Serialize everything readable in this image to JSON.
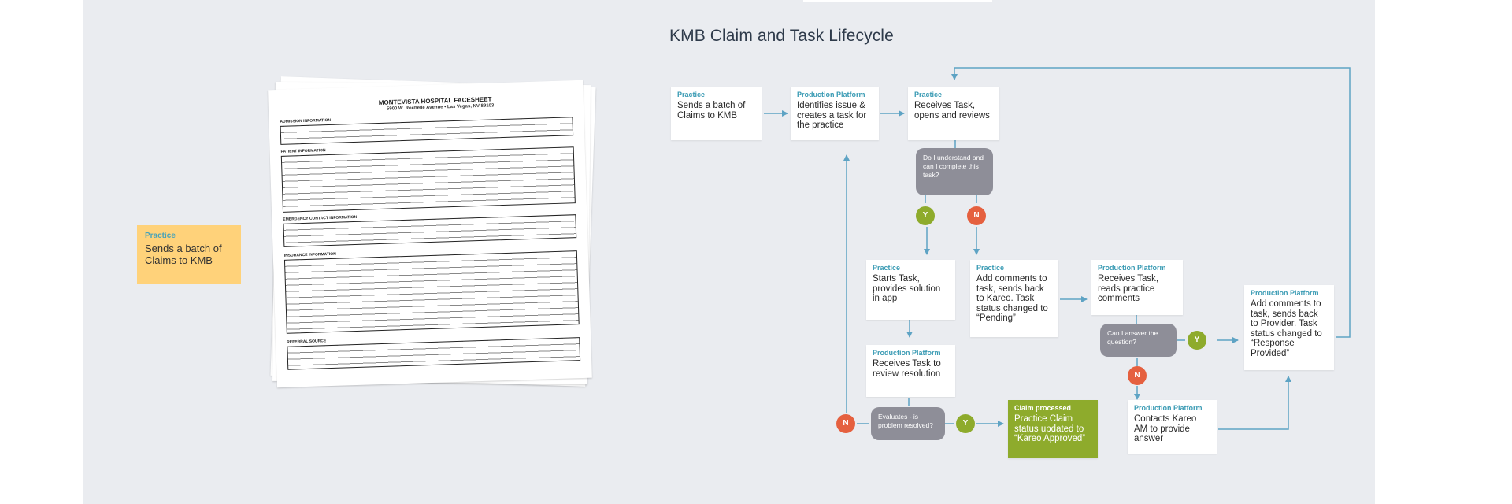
{
  "title": "KMB Claim and Task Lifecycle",
  "sticky_note": {
    "role": "Practice",
    "text": "Sends a batch of Claims to KMB"
  },
  "facesheet": {
    "title": "MONTEVISTA HOSPITAL FACESHEET",
    "address": "5900 W. Rochelle Avenue • Las Vegas, NV 89103",
    "sections": [
      "ADMISSION INFORMATION",
      "PATIENT INFORMATION",
      "EMERGENCY CONTACT INFORMATION",
      "INSURANCE INFORMATION",
      "REFERRAL SOURCE"
    ]
  },
  "nodes": {
    "practice_send": {
      "role": "Practice",
      "text": "Sends a batch of Claims to KMB"
    },
    "platform_identify": {
      "role": "Production Platform",
      "text": "Identifies issue & creates a task for the practice"
    },
    "practice_receive": {
      "role": "Practice",
      "text": "Receives Task, opens and reviews"
    },
    "decision_understand": {
      "text": "Do I understand and can I complete this task?"
    },
    "practice_start": {
      "role": "Practice",
      "text": "Starts Task, provides solution in app"
    },
    "practice_comment": {
      "role": "Practice",
      "text": "Add comments to task, sends back to Kareo. Task status changed to “Pending”"
    },
    "platform_read": {
      "role": "Production Platform",
      "text": "Receives Task, reads practice comments"
    },
    "decision_answer": {
      "text": "Can I answer the question?"
    },
    "platform_provider": {
      "role": "Production Platform",
      "text": "Add comments to task, sends back to Provider. Task status changed to “Response Provided”"
    },
    "platform_review": {
      "role": "Production Platform",
      "text": "Receives Task to review resolution"
    },
    "decision_resolved": {
      "text": "Evaluates - is problem resolved?"
    },
    "claim_processed": {
      "role": "Claim processed",
      "text": "Practice Claim status updated to “Kareo Approved”"
    },
    "platform_contact": {
      "role": "Production Platform",
      "text": "Contacts Kareo AM to provide answer"
    }
  },
  "markers": {
    "yes": "Y",
    "no": "N"
  },
  "colors": {
    "practice_label": "#3a9bb4",
    "yes": "#8eab2c",
    "no": "#e5603f",
    "decision": "#8e8e98",
    "arrow": "#5ea3c4",
    "sticky": "#ffd27a"
  }
}
